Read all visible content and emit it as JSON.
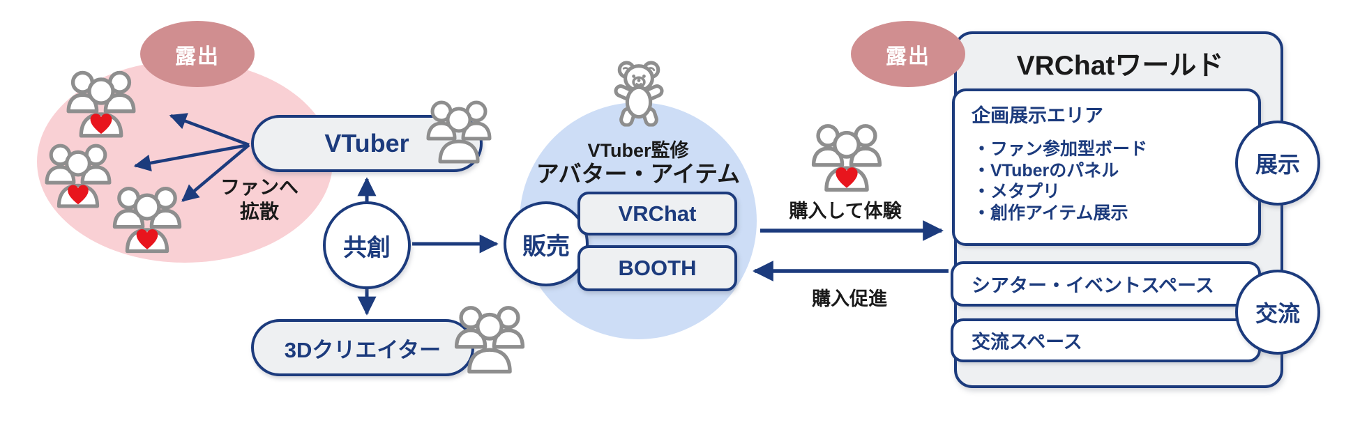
{
  "colors": {
    "navy": "#1c3b7d",
    "pink": "#f9d0d4",
    "rose": "#d08e90",
    "blue": "#cdddf6",
    "grayfill": "#eef0f2",
    "heart": "#e8151d",
    "icongray": "#8e8e8e",
    "black": "#1a1a1a"
  },
  "icons": {
    "fan_group": "people-group-with-heart-icon",
    "people_group": "people-group-icon",
    "teddy_bear": "teddy-bear-icon"
  },
  "left_zone": {
    "badge": "露出",
    "spread_label_line1": "ファンへ",
    "spread_label_line2": "拡散",
    "vtuber_box": "VTuber",
    "creator_box": "3Dクリエイター"
  },
  "center": {
    "cocreation_circle": "共創",
    "sales_circle": "販売",
    "supervised_line1": "VTuber監修",
    "supervised_line2": "アバター・アイテム",
    "vrchat_box": "VRChat",
    "booth_box": "BOOTH"
  },
  "flow": {
    "buy_experience": "購入して体験",
    "purchase_promotion": "購入促進"
  },
  "right_zone": {
    "badge": "露出",
    "title": "VRChatワールド",
    "exhibit_area": {
      "heading": "企画展示エリア",
      "items": [
        "・ファン参加型ボード",
        "・VTuberのパネル",
        "・メタプリ",
        "・創作アイテム展示"
      ]
    },
    "theater_box": "シアター・イベントスペース",
    "exchange_box": "交流スペース",
    "exhibit_circle": "展示",
    "exchange_circle": "交流"
  }
}
